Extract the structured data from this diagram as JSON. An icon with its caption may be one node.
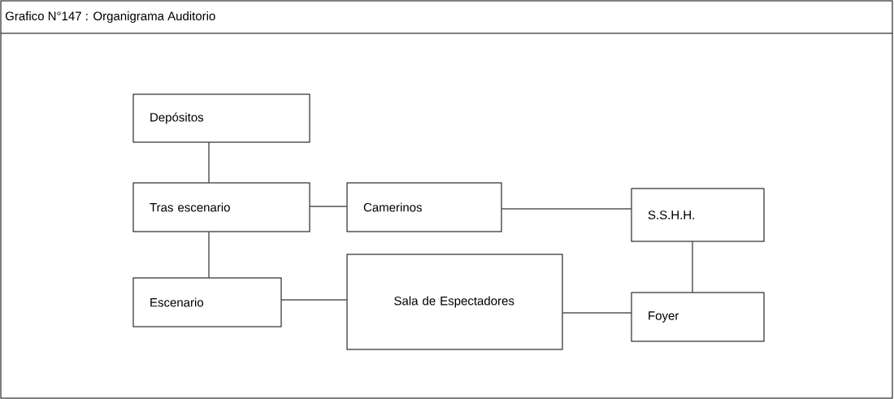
{
  "diagram": {
    "title": "Grafico N°147 : Organigrama Auditorio",
    "nodes": [
      {
        "text": [
          "Depósitos"
        ]
      },
      {
        "text": [
          "Tras escenario"
        ]
      },
      {
        "text": [
          "Camerinos"
        ]
      },
      {
        "text": [
          "S.S.H.H."
        ]
      },
      {
        "text": [
          "Escenario"
        ]
      },
      {
        "text": [
          "Sala de Espectadores"
        ]
      },
      {
        "text": [
          "Foyer"
        ]
      }
    ],
    "edges": [
      {
        "from": 0,
        "to": 1,
        "arrow": "none"
      },
      {
        "from": 1,
        "to": 2,
        "arrow": "none"
      },
      {
        "from": 2,
        "to": 3,
        "arrow": "none"
      },
      {
        "from": 1,
        "to": 4,
        "arrow": "none"
      },
      {
        "from": 4,
        "to": 5,
        "arrow": "none"
      },
      {
        "from": 5,
        "to": 6,
        "arrow": "none"
      },
      {
        "from": 3,
        "to": 6,
        "arrow": "none"
      }
    ]
  }
}
